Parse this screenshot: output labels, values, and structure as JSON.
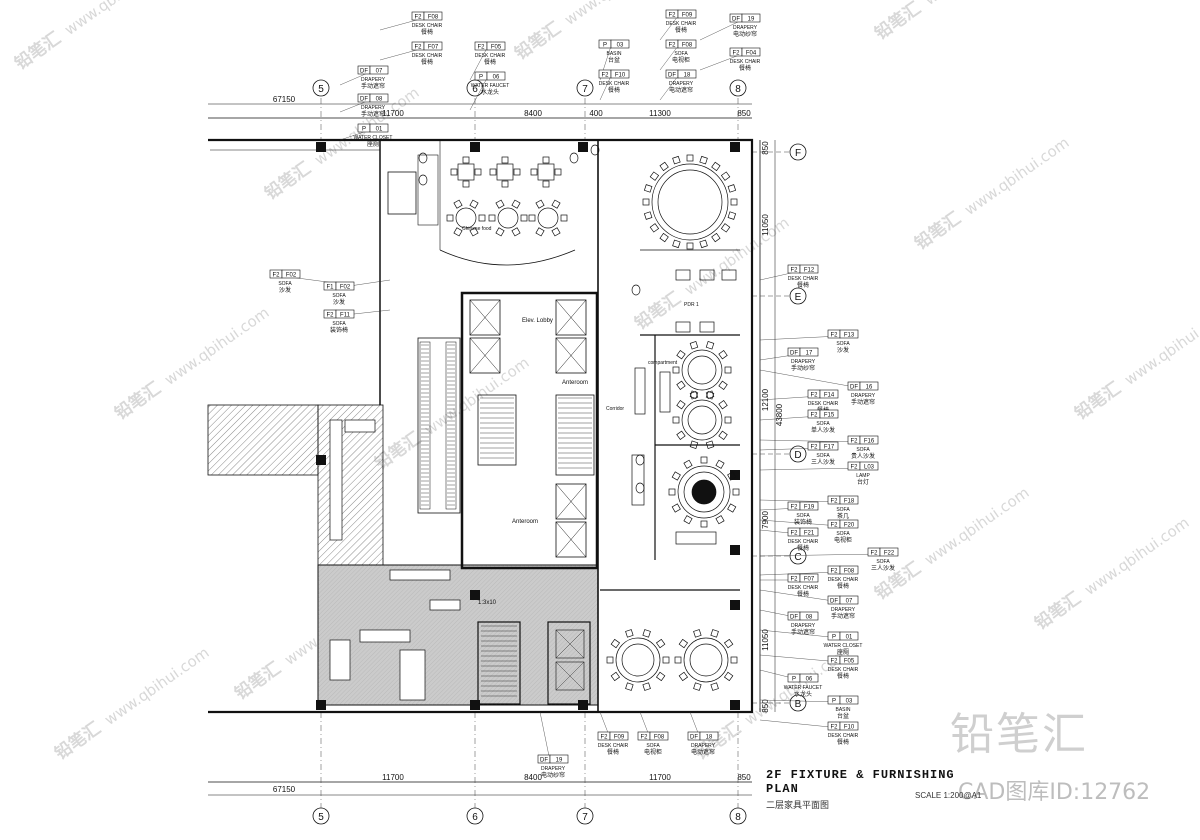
{
  "drawing": {
    "title_en": "2F FIXTURE & FURNISHING PLAN",
    "title_cn": "二层家具平面图",
    "scale_label": "SCALE 1:200@A1"
  },
  "watermark": {
    "brand": "铅笔汇",
    "cad_id": "CAD图库ID:12762",
    "site": "www.qbihui.com",
    "mini_brand": "铅笔汇"
  },
  "grid": {
    "columns": [
      "5",
      "6",
      "7",
      "8"
    ],
    "rows": [
      "F",
      "E",
      "D",
      "C",
      "B"
    ],
    "top_dims": [
      "11700",
      "8400",
      "400",
      "11300",
      "850"
    ],
    "bottom_dims": [
      "11700",
      "8400",
      "11700",
      "850"
    ],
    "overall": "67150",
    "right_dims": [
      "850",
      "11050",
      "12100",
      "43800",
      "7900",
      "11050",
      "850"
    ]
  },
  "tags": [
    {
      "code": "F2",
      "num": "F08",
      "en": "DESK CHAIR",
      "cn": "餐椅"
    },
    {
      "code": "F2",
      "num": "F07",
      "en": "DESK CHAIR",
      "cn": "餐椅"
    },
    {
      "code": "DF",
      "num": "07",
      "en": "DRAPERY",
      "cn": "手动遮帘"
    },
    {
      "code": "DF",
      "num": "08",
      "en": "DRAPERY",
      "cn": "手动遮帘"
    },
    {
      "code": "P",
      "num": "01",
      "en": "WATER CLOSET",
      "cn": "座厕"
    },
    {
      "code": "F2",
      "num": "F05",
      "en": "DESK CHAIR",
      "cn": "餐椅"
    },
    {
      "code": "P",
      "num": "06",
      "en": "WATER FAUCET",
      "cn": "水龙头"
    },
    {
      "code": "P",
      "num": "03",
      "en": "BASIN",
      "cn": "台盆"
    },
    {
      "code": "F2",
      "num": "F10",
      "en": "DESK CHAIR",
      "cn": "餐椅"
    },
    {
      "code": "F2",
      "num": "F09",
      "en": "DESK CHAIR",
      "cn": "餐椅"
    },
    {
      "code": "F2",
      "num": "F08",
      "en": "SOFA",
      "cn": "电视柜"
    },
    {
      "code": "DF",
      "num": "18",
      "en": "DRAPERY",
      "cn": "电动遮帘"
    },
    {
      "code": "DF",
      "num": "19",
      "en": "DRAPERY",
      "cn": "电动纱帘"
    },
    {
      "code": "F2",
      "num": "F04",
      "en": "DESK CHAIR",
      "cn": "餐椅"
    },
    {
      "code": "F2",
      "num": "F02",
      "en": "SOFA",
      "cn": "沙发"
    },
    {
      "code": "F1",
      "num": "F02",
      "en": "SOFA",
      "cn": "沙发"
    },
    {
      "code": "F2",
      "num": "F11",
      "en": "SOFA",
      "cn": "装饰椅"
    },
    {
      "code": "F2",
      "num": "F12",
      "en": "DESK CHAIR",
      "cn": "餐椅"
    },
    {
      "code": "F2",
      "num": "F13",
      "en": "SOFA",
      "cn": "沙发"
    },
    {
      "code": "DF",
      "num": "17",
      "en": "DRAPERY",
      "cn": "手动纱帘"
    },
    {
      "code": "DF",
      "num": "16",
      "en": "DRAPERY",
      "cn": "手动遮帘"
    },
    {
      "code": "F2",
      "num": "F14",
      "en": "DESK CHAIR",
      "cn": "餐椅"
    },
    {
      "code": "F2",
      "num": "F15",
      "en": "SOFA",
      "cn": "单人沙发"
    },
    {
      "code": "F2",
      "num": "F16",
      "en": "SOFA",
      "cn": "贵人沙发"
    },
    {
      "code": "F2",
      "num": "F17",
      "en": "SOFA",
      "cn": "三人沙发"
    },
    {
      "code": "F2",
      "num": "L03",
      "en": "LAMP",
      "cn": "台灯"
    },
    {
      "code": "F2",
      "num": "F18",
      "en": "SOFA",
      "cn": "茶几"
    },
    {
      "code": "F2",
      "num": "F19",
      "en": "SOFA",
      "cn": "装饰椅"
    },
    {
      "code": "F2",
      "num": "F20",
      "en": "SOFA",
      "cn": "电视柜"
    },
    {
      "code": "F2",
      "num": "F21",
      "en": "DESK CHAIR",
      "cn": "餐椅"
    },
    {
      "code": "F2",
      "num": "F22",
      "en": "SOFA",
      "cn": "三人沙发"
    }
  ],
  "rooms": {
    "elevator_lobby": "Elev. Lobby",
    "anteroom": "Anteroom",
    "anteroom2": "Anteroom",
    "chinese_food": "Chinese food",
    "corridor": "Corridor",
    "compartment": "compartment",
    "pdr": "PDR 1",
    "kitchen_ratio": "1:3x10"
  },
  "colors": {
    "line": "#111111",
    "hatch": "#9a9a9a",
    "kitchen_fill": "#c8c8c8",
    "watermark": "#d6d6d6"
  }
}
